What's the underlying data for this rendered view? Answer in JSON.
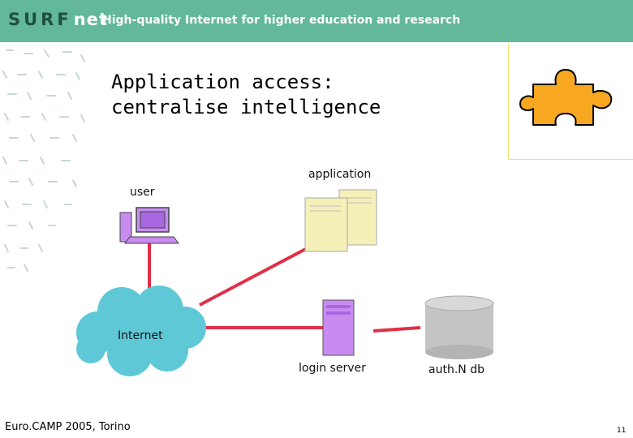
{
  "header": {
    "logo_main": "SURF",
    "logo_suffix": "net",
    "tagline": "High-quality Internet for higher education and research"
  },
  "slide": {
    "title_line1": "Application access:",
    "title_line2": "centralise intelligence"
  },
  "diagram": {
    "labels": {
      "user": "user",
      "application": "application",
      "internet": "Internet",
      "login_server": "login server",
      "authn_db": "auth.N db"
    },
    "colors": {
      "link": "#e03048",
      "cloud": "#5ec8d6",
      "computer": "#c88cf0",
      "server_app": "#f4f0b8",
      "server_login": "#c88cf0",
      "database": "#c4c4c4",
      "puzzle": "#f8a820"
    }
  },
  "footer": {
    "left": "Euro.CAMP 2005, Torino",
    "page_number": "11"
  }
}
